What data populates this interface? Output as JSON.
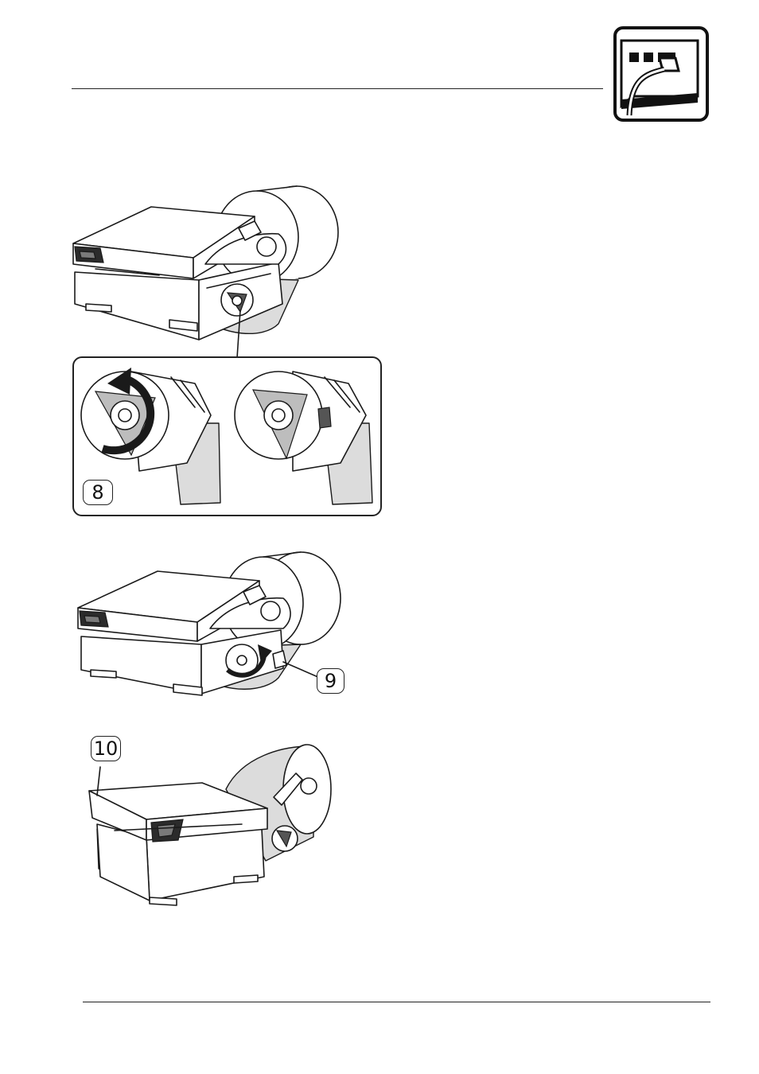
{
  "header": {
    "section_icon": "printer-connector-icon"
  },
  "figures": [
    {
      "id": "printer-paper-feed",
      "icon": "printer-illustration"
    },
    {
      "id": "roll-holder-detail",
      "callout": "8",
      "icon": "rotate-counterclockwise-icon"
    },
    {
      "id": "printer-knob-turn",
      "callout": "9",
      "icon": "rotate-clockwise-icon"
    },
    {
      "id": "printer-front-view",
      "callout": "10"
    }
  ],
  "colors": {
    "line": "#1a1a1a",
    "paper_fill": "#dcdcdc",
    "background": "#ffffff"
  }
}
